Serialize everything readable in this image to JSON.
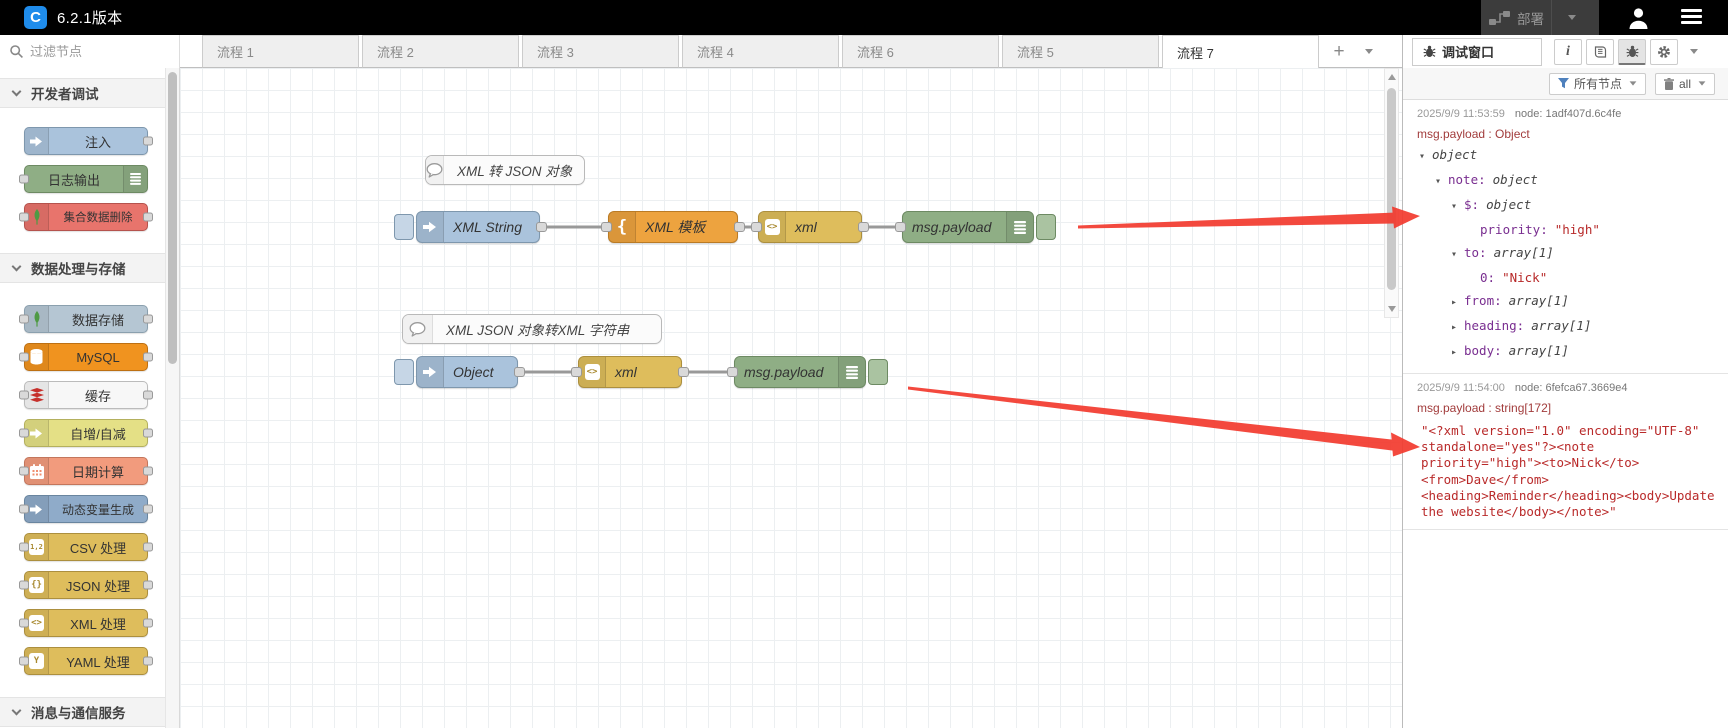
{
  "header": {
    "title": "6.2.1版本",
    "deploy_label": "部署"
  },
  "tabs": {
    "items": [
      {
        "label": "流程 1"
      },
      {
        "label": "流程 2"
      },
      {
        "label": "流程 3"
      },
      {
        "label": "流程 4"
      },
      {
        "label": "流程 6"
      },
      {
        "label": "流程 5"
      },
      {
        "label": "流程 7",
        "active": true
      }
    ],
    "add_label": "+"
  },
  "palette": {
    "search_placeholder": "过滤节点",
    "sections": [
      {
        "label": "开发者调试"
      },
      {
        "label": "数据处理与存储"
      },
      {
        "label": "消息与通信服务"
      }
    ],
    "nodes": [
      {
        "label": "注入"
      },
      {
        "label": "日志输出"
      },
      {
        "label": "集合数据删除"
      },
      {
        "label": "数据存储"
      },
      {
        "label": "MySQL"
      },
      {
        "label": "缓存"
      },
      {
        "label": "自增/自减"
      },
      {
        "label": "日期计算"
      },
      {
        "label": "动态变量生成"
      },
      {
        "label": "CSV 处理"
      },
      {
        "label": "JSON 处理"
      },
      {
        "label": "XML 处理"
      },
      {
        "label": "YAML 处理"
      }
    ]
  },
  "icons": {
    "csv_glyph": "1,2",
    "json_glyph": "{}",
    "xml_glyph": "<>",
    "yaml_glyph": "Y",
    "template_glyph": "{",
    "info_glyph": "i"
  },
  "canvas": {
    "comments": [
      {
        "label": "XML 转 JSON 对象"
      },
      {
        "label": "XML JSON 对象转XML 字符串"
      }
    ],
    "nodes": {
      "inject1": "XML String",
      "template1": "XML 模板",
      "xml1": "xml",
      "debug1": "msg.payload",
      "inject2": "Object",
      "xml2": "xml",
      "debug2": "msg.payload"
    }
  },
  "debug": {
    "tab_label": "调试窗口",
    "filter_label": "所有节点",
    "clear_label": "all",
    "messages": [
      {
        "time": "2025/9/9 11:53:59",
        "node_id": "node: 1adf407d.6c4fe",
        "path_line": "msg.payload : Object",
        "tree": [
          {
            "caret": "▾",
            "key": "",
            "value": "object"
          },
          {
            "caret": "▾",
            "key": "note:",
            "value": "object"
          },
          {
            "caret": "▾",
            "key": "$:",
            "value": "object"
          },
          {
            "caret": "",
            "key": "priority:",
            "value": "\"high\""
          },
          {
            "caret": "▾",
            "key": "to:",
            "value": "array[1]"
          },
          {
            "caret": "",
            "key": "0:",
            "value": "\"Nick\""
          },
          {
            "caret": "▸",
            "key": "from:",
            "value": "array[1]"
          },
          {
            "caret": "▸",
            "key": "heading:",
            "value": "array[1]"
          },
          {
            "caret": "▸",
            "key": "body:",
            "value": "array[1]"
          }
        ]
      },
      {
        "time": "2025/9/9 11:54:00",
        "node_id": "node: 6fefca67.3669e4",
        "path_line": "msg.payload : string[172]",
        "lines": [
          "\"<?xml version=\"1.0\" encoding=\"UTF-8\"",
          "standalone=\"yes\"?><note",
          "priority=\"high\"><to>Nick</to>",
          "<from>Dave</from>",
          "<heading>Reminder</heading><body>Update",
          "the website</body></note>\""
        ]
      }
    ]
  },
  "colors": {
    "annotation_arrow_red": "#f23a2e",
    "inject_blue": "#aac3dc",
    "debug_green": "#8fae85",
    "template_orange": "#eda33f",
    "parser_gold": "#debd5c",
    "mysql_orange": "#f0931f",
    "mongo_red": "#e8746c",
    "header_black": "#000000",
    "logo_blue": "#1f8ceb"
  }
}
